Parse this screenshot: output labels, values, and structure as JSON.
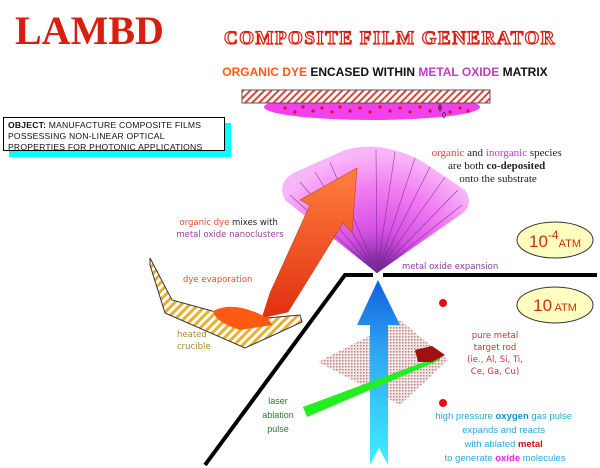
{
  "logo": "LAMBD",
  "title": "COMPOSITE FILM GENERATOR",
  "subtitle": {
    "part1": "ORGANIC DYE",
    "part2": " ENCASED WITHIN ",
    "part3": "METAL OXIDE",
    "part4": " MATRIX"
  },
  "object_box": {
    "label": "OBJECT:",
    "text": " MANUFACTURE COMPOSITE FILMS POSSESSING NON-LINEAR OPTICAL PROPERTIES FOR PHOTONIC APPLICATIONS"
  },
  "codeposit": {
    "w1": "organic",
    "w2": " and ",
    "w3": "inorganic",
    "w4": " species",
    "line2a": "are both ",
    "line2b": "co-deposited",
    "line3": "onto the substrate"
  },
  "mixes": {
    "w1": "organic dye",
    "w2": " mixes with",
    "line2": "metal oxide nanoclusters"
  },
  "pressure_low": {
    "base": "10",
    "exp": "-4",
    "unit": "ATM"
  },
  "pressure_high": {
    "base": "10",
    "unit": "ATM"
  },
  "expansion_label": "metal oxide expansion",
  "evaporation_label": "dye evaporation",
  "crucible_label": [
    "heated",
    "crucible"
  ],
  "target_label": [
    "pure metal",
    "target rod",
    "(ie., Al, Si, Ti,",
    "Ce, Ga, Cu)"
  ],
  "laser_label": [
    "laser",
    "ablation",
    "pulse"
  ],
  "oxygen_text": {
    "l1a": "high pressure ",
    "l1b": "oxygen",
    "l1c": " gas pulse",
    "l2": "expands and reacts",
    "l3a": "with ablated ",
    "l3b": "metal",
    "l4a": "to generate ",
    "l4b": "oxide",
    "l4c": " molecules"
  },
  "colors": {
    "red": "#d81e0e",
    "orange": "#ff5a14",
    "magenta": "#c03cc0",
    "cyan_text": "#2aa8d8",
    "oval_fill": "#ffffc0",
    "laser": "#22ee22"
  }
}
